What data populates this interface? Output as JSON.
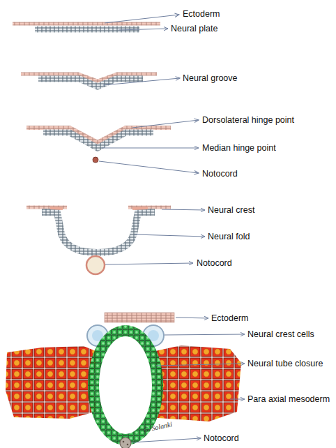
{
  "diagram": {
    "labels": [
      "Ectoderm",
      "Neural plate",
      "Neural groove",
      "Dorsolateral hinge point",
      "Median hinge point",
      "Notocord",
      "Neural crest",
      "Neural fold",
      "Notocord",
      "Ectoderm",
      "Neural crest cells",
      "Neural tube closure",
      "Para axial mesoderm",
      "G. Solanki",
      "Notocord"
    ]
  }
}
